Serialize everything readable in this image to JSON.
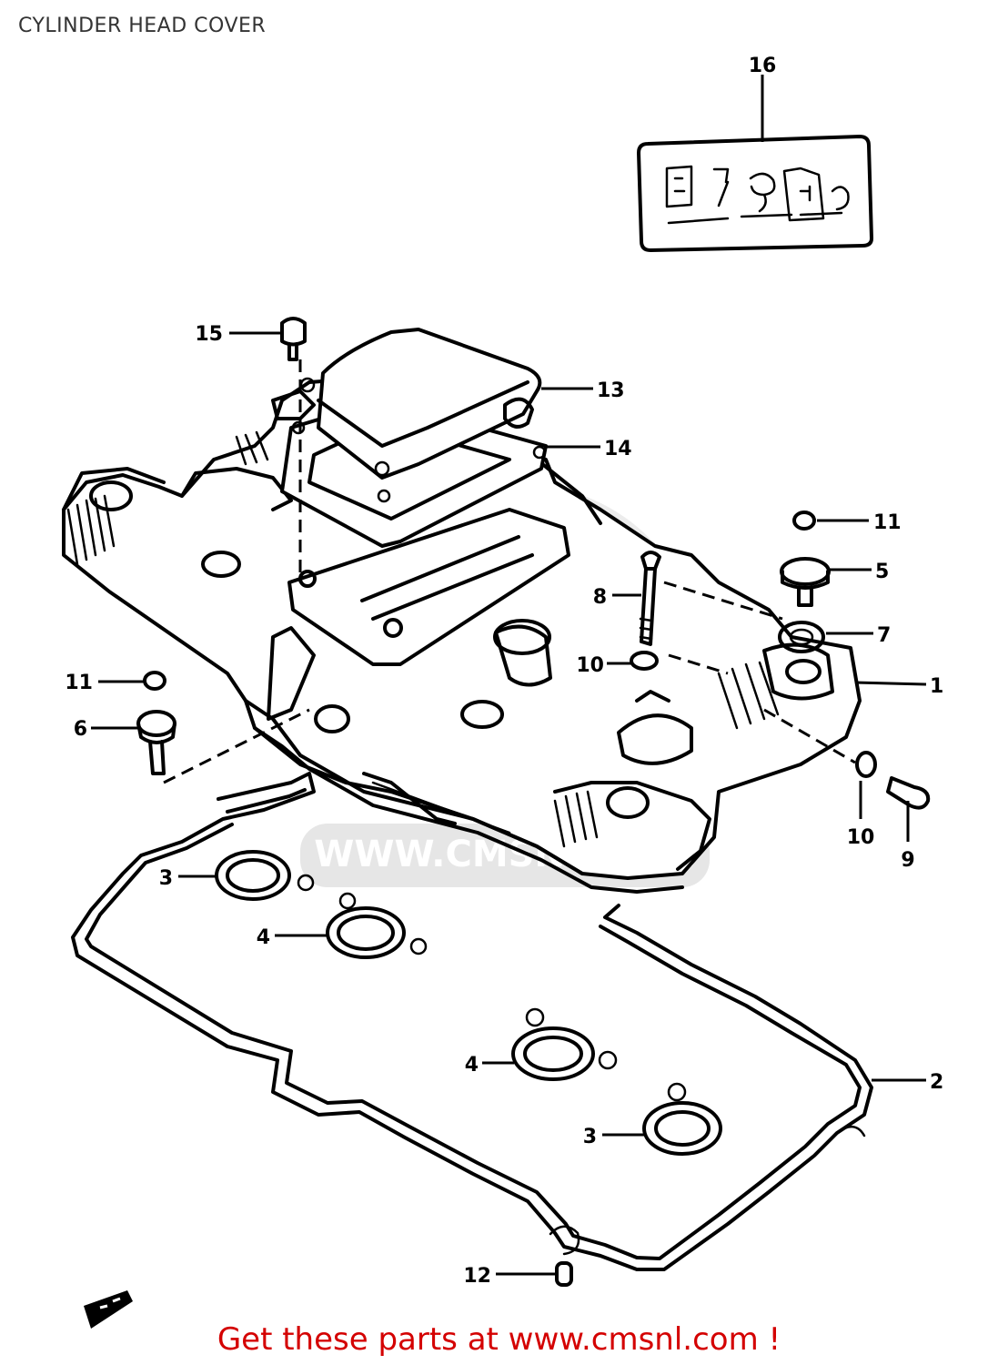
{
  "page": {
    "title": "CYLINDER HEAD COVER",
    "footer": "Get these parts at www.cmsnl.com !"
  },
  "diagram": {
    "watermark": "WWW.CMSNL.COM",
    "callouts": [
      "16",
      "15",
      "13",
      "14",
      "11",
      "5",
      "8",
      "7",
      "10",
      "1",
      "11",
      "6",
      "10",
      "9",
      "3",
      "4",
      "4",
      "2",
      "3",
      "12"
    ]
  }
}
